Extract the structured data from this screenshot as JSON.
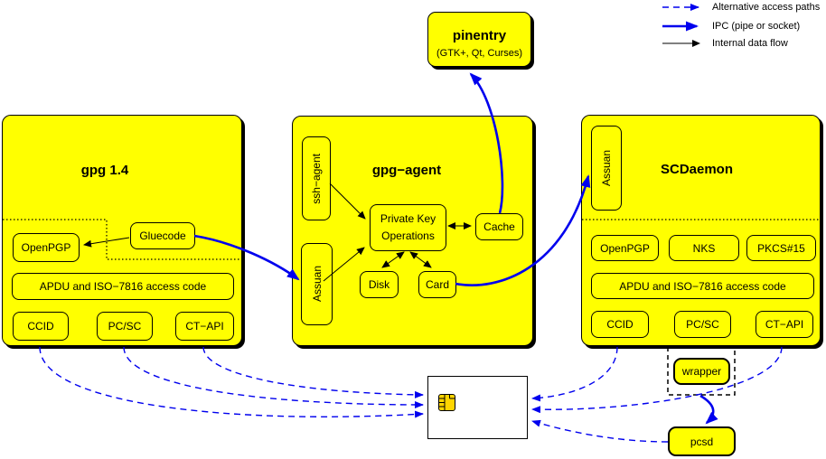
{
  "colors": {
    "module_fill": "#ffff00",
    "ipc_blue": "#0000ee",
    "alt_path_blue": "#0000ee",
    "internal_flow_black": "#000000",
    "smartcard_fill": "#ffffff",
    "chip_fill": "#ffd500"
  },
  "legend": {
    "items": [
      {
        "icon": "dashed-arrow-icon",
        "label": "Alternative access paths"
      },
      {
        "icon": "ipc-arrow-icon",
        "label": "IPC (pipe or socket)"
      },
      {
        "icon": "data-flow-arrow-icon",
        "label": "Internal data flow"
      }
    ]
  },
  "pinentry": {
    "title": "pinentry",
    "subtitle": "(GTK+, Qt, Curses)"
  },
  "gpg14": {
    "title": "gpg 1.4",
    "modules": {
      "openpgp": "OpenPGP",
      "gluecode": "Gluecode",
      "apdu": "APDU and ISO−7816 access code",
      "ccid": "CCID",
      "pcsc": "PC/SC",
      "ctapi": "CT−API"
    }
  },
  "gpg_agent": {
    "title": "gpg−agent",
    "modules": {
      "ssh_agent": "ssh−agent",
      "assuan": "Assuan",
      "pko_line1": "Private Key",
      "pko_line2": "Operations",
      "cache": "Cache",
      "disk": "Disk",
      "card": "Card"
    }
  },
  "scdaemon": {
    "title": "SCDaemon",
    "modules": {
      "assuan": "Assuan",
      "openpgp": "OpenPGP",
      "nks": "NKS",
      "pkcs15": "PKCS#15",
      "apdu": "APDU and ISO−7816 access code",
      "ccid": "CCID",
      "pcsc": "PC/SC",
      "ctapi": "CT−API",
      "wrapper": "wrapper"
    }
  },
  "external": {
    "pcsd": "pcsd"
  },
  "smartcard": {
    "icon": "smartcard-chip-icon"
  }
}
